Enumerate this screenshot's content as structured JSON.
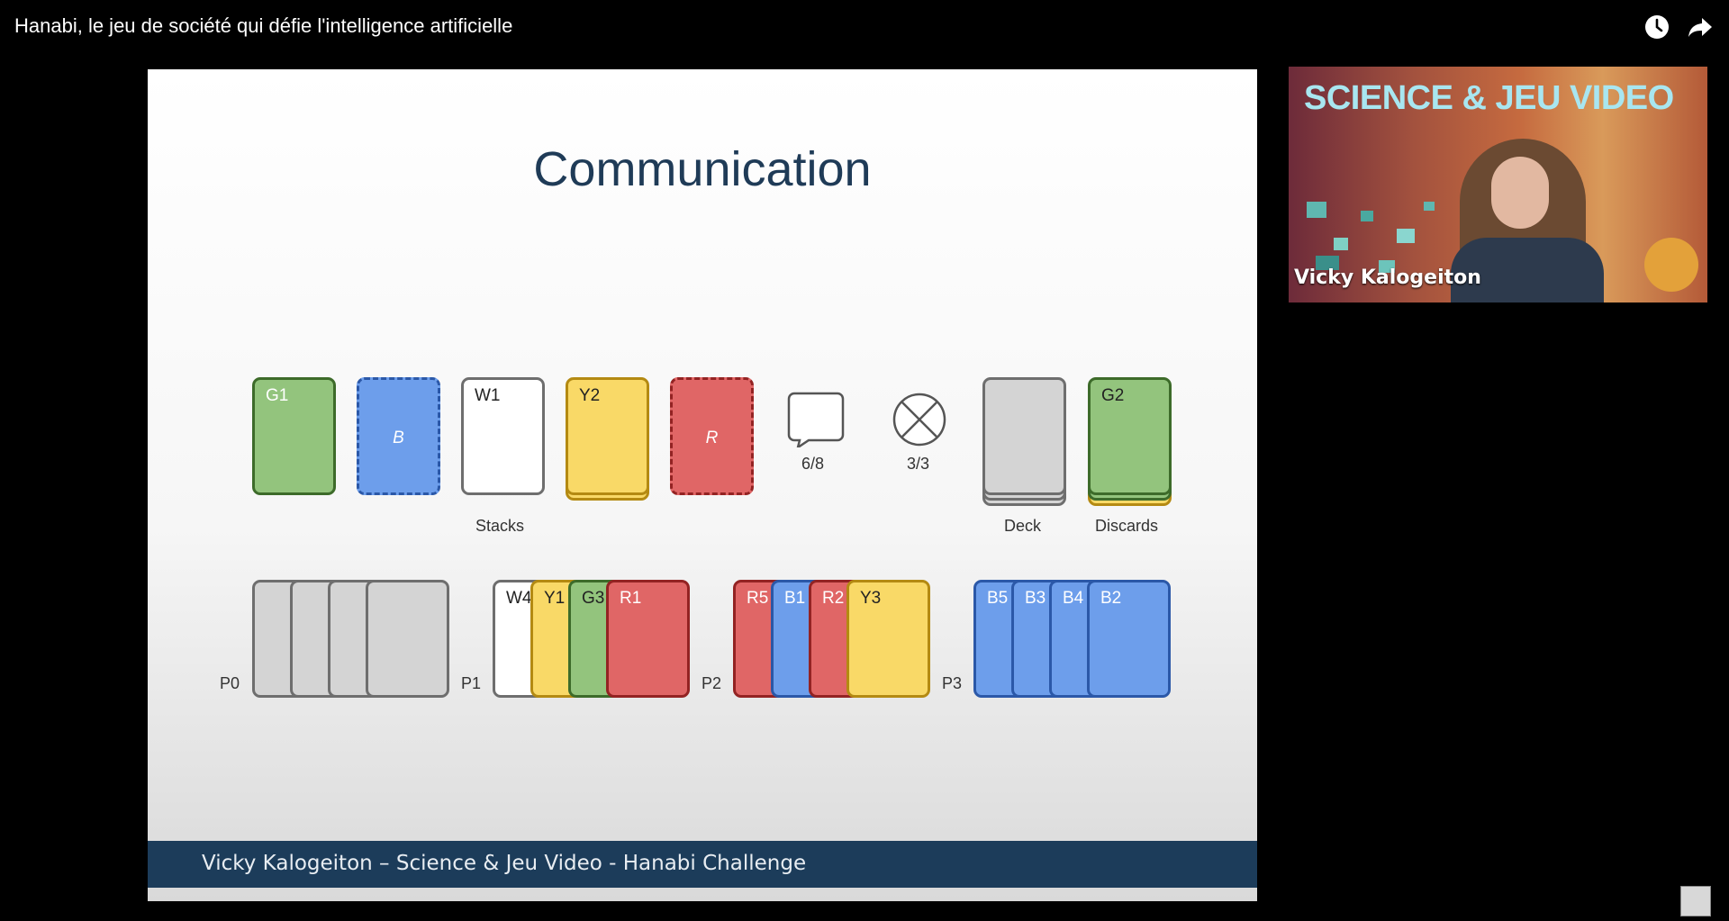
{
  "player": {
    "title": "Hanabi, le jeu de société qui défie l'intelligence artificielle",
    "icons": [
      "watch-later-icon",
      "share-icon"
    ]
  },
  "slide": {
    "title": "Communication",
    "footer": "Vicky Kalogeiton – Science & Jeu Video - Hanabi Challenge",
    "stacks": [
      {
        "label": "G1",
        "color": "#93c47d"
      },
      {
        "label": "B",
        "color": "#6d9eeb"
      },
      {
        "label": "W1",
        "color": "#ffffff"
      },
      {
        "label": "Y2",
        "color": "#f9d967"
      },
      {
        "label": "R",
        "color": "#e06666"
      }
    ],
    "stacks_label": "Stacks",
    "hint_tokens": "6/8",
    "fuse_tokens": "3/3",
    "deck_label": "Deck",
    "discards_label": "Discards",
    "discard_top": "G2",
    "players": [
      {
        "name": "P0",
        "cards": [
          "",
          "",
          "",
          ""
        ]
      },
      {
        "name": "P1",
        "cards": [
          "W4",
          "Y1",
          "G3",
          "R1"
        ]
      },
      {
        "name": "P2",
        "cards": [
          "R5",
          "B1",
          "R2",
          "Y3"
        ]
      },
      {
        "name": "P3",
        "cards": [
          "B5",
          "B3",
          "B4",
          "B2"
        ]
      }
    ]
  },
  "webcam": {
    "banner": "SCIENCE & JEU VIDEO",
    "speaker": "Vicky Kalogeiton"
  }
}
